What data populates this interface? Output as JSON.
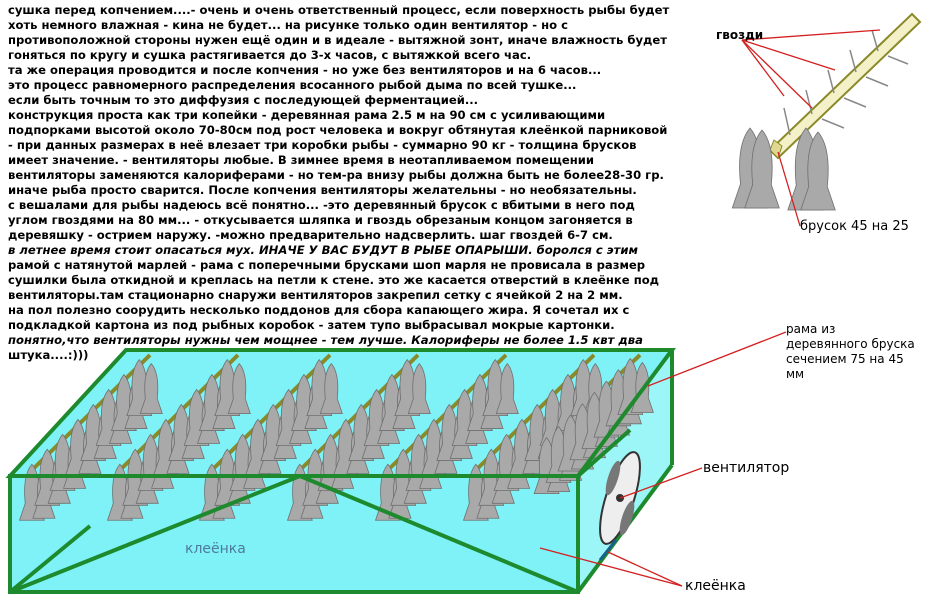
{
  "description_lines": [
    "сушка перед копчением....- очень и очень ответственный процесс, если поверхность рыбы будет",
    "хоть немного влажная - кина не будет... на рисунке только один вентилятор - но с",
    "противоположной стороны нужен ещё один и в идеале - вытяжной зонт, иначе влажность будет",
    "гоняться по кругу и сушка растягивается до 3-х часов, с вытяжкой всего час.",
    "та же операция проводится и после копчения - но уже без вентиляторов и на 6 часов...",
    "это процесс равномерного распределения всосанного рыбой дыма по всей тушке...",
    "если быть точным то это диффузия с последующей ферментацией...",
    "конструкция проста как три копейки - деревянная рама 2.5 м на 90 см с усиливающими",
    "подпорками высотой около 70-80см под рост человека и вокруг обтянутая клеёнкой парниковой",
    " - при данных размерах в неё влезает три коробки рыбы - суммарно 90 кг - толщина брусков",
    "имеет значение.  - вентиляторы любые. В зимнее время в неотапливаемом помещении",
    "вентиляторы заменяются калориферами - но тем-ра внизу рыбы должна быть не более28-30 гр.",
    "иначе рыба просто сварится.  После копчения вентиляторы желательны - но необязательны.",
    "с вешалами для рыбы надеюсь всё понятно... -это деревянный брусок с вбитыми в него под",
    "углом гвоздями на 80 мм... - откусывается шляпка и гвоздь обрезаным концом загоняется в",
    "деревяшку - острием наружу. -можно предварительно надсверлить. шаг гвоздей 6-7 см.",
    "в летнее время стоит опасаться мух. ИНАЧЕ У ВАС БУДУТ В РЫБЕ ОПАРЫШИ. боролся с этим",
    "рамой с натянутой марлей - рама с поперечными брусками шоп марля не провисала в размер",
    "сушилки была откидной и креплась на петли к стене. это же касается отверстий в клеёнке под",
    "вентиляторы.там стационарно снаружи вентиляторов закрепил сетку с ячейкой 2 на 2 мм.",
    "на пол полезно соорудить несколько поддонов для сбора капающего жира. Я  сочетал их с",
    "подкладкой картона из под рыбных коробок - затем тупо выбрасывал мокрые картонки.",
    "понятно,что вентиляторы нужны чем мощнее - тем лучше. Калориферы не более 1.5 квт два",
    "штука....:)))"
  ],
  "labels": {
    "nails": "гвозди",
    "brusok": "брусок 45 на 25",
    "frame_lines": [
      "рама из",
      "деревянного бруска",
      "сечением 75 на 45",
      "мм"
    ],
    "fan": "вентилятор",
    "film_inside": "клеёнка",
    "film_outside": "клеёнка"
  },
  "colors": {
    "frame": "#1e8a2e",
    "film": "#7ef2f6",
    "fish": "#a9a9a9",
    "rack": "#8a8a2a",
    "leader": "#d42020",
    "fan": "#555555"
  }
}
